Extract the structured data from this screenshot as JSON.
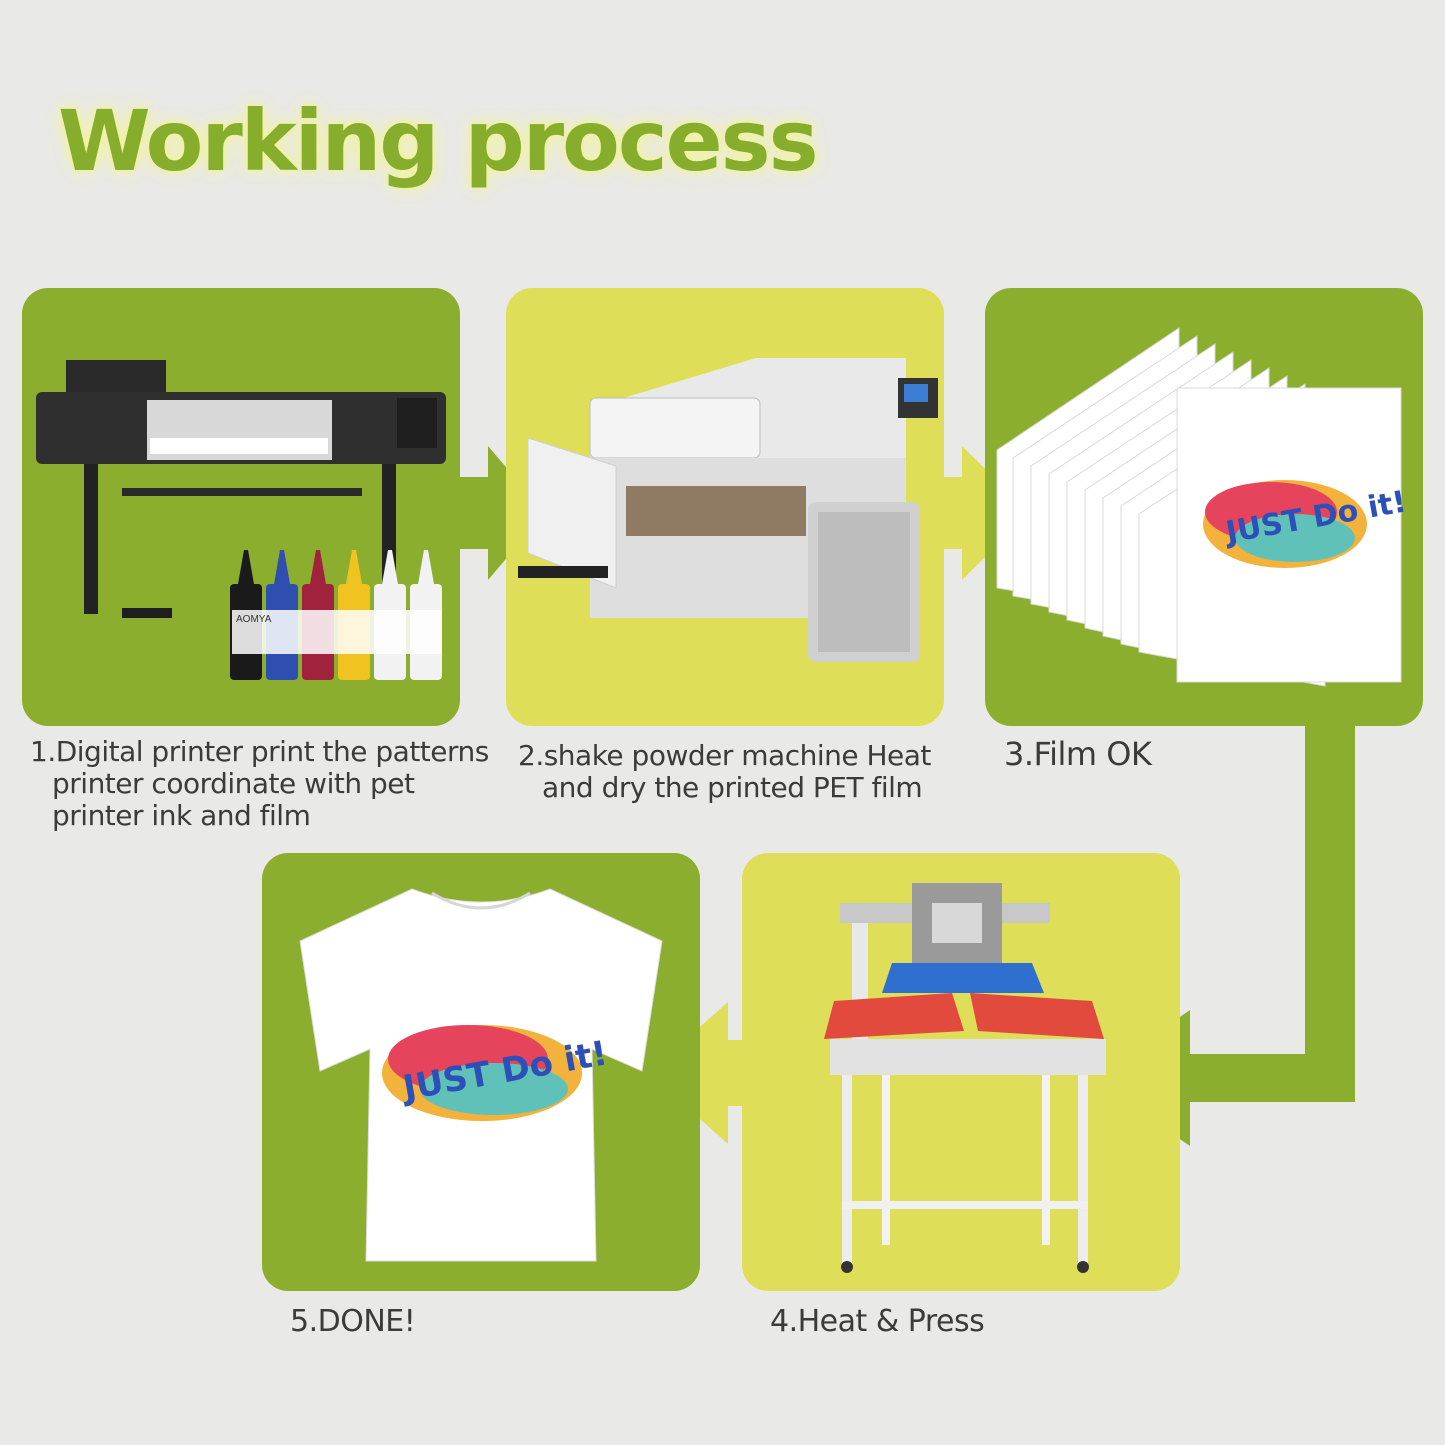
{
  "title": "Working process",
  "steps": [
    {
      "lines": [
        "1.Digital printer print the patterns",
        "printer coordinate with pet",
        "printer ink and film"
      ]
    },
    {
      "lines": [
        "2.shake powder machine Heat",
        "and dry the printed PET film"
      ]
    },
    {
      "lines": [
        "3.Film OK"
      ]
    },
    {
      "lines": [
        "4.Heat & Press"
      ]
    },
    {
      "lines": [
        "5.DONE!"
      ]
    }
  ],
  "logo_text": "JUST Do it!",
  "ink_brand": "AOMYA",
  "colors": {
    "green_tile": "#8bae2f",
    "yellow_tile": "#dfde58",
    "title": "#86ad2b",
    "background": "#e9e9e7"
  }
}
